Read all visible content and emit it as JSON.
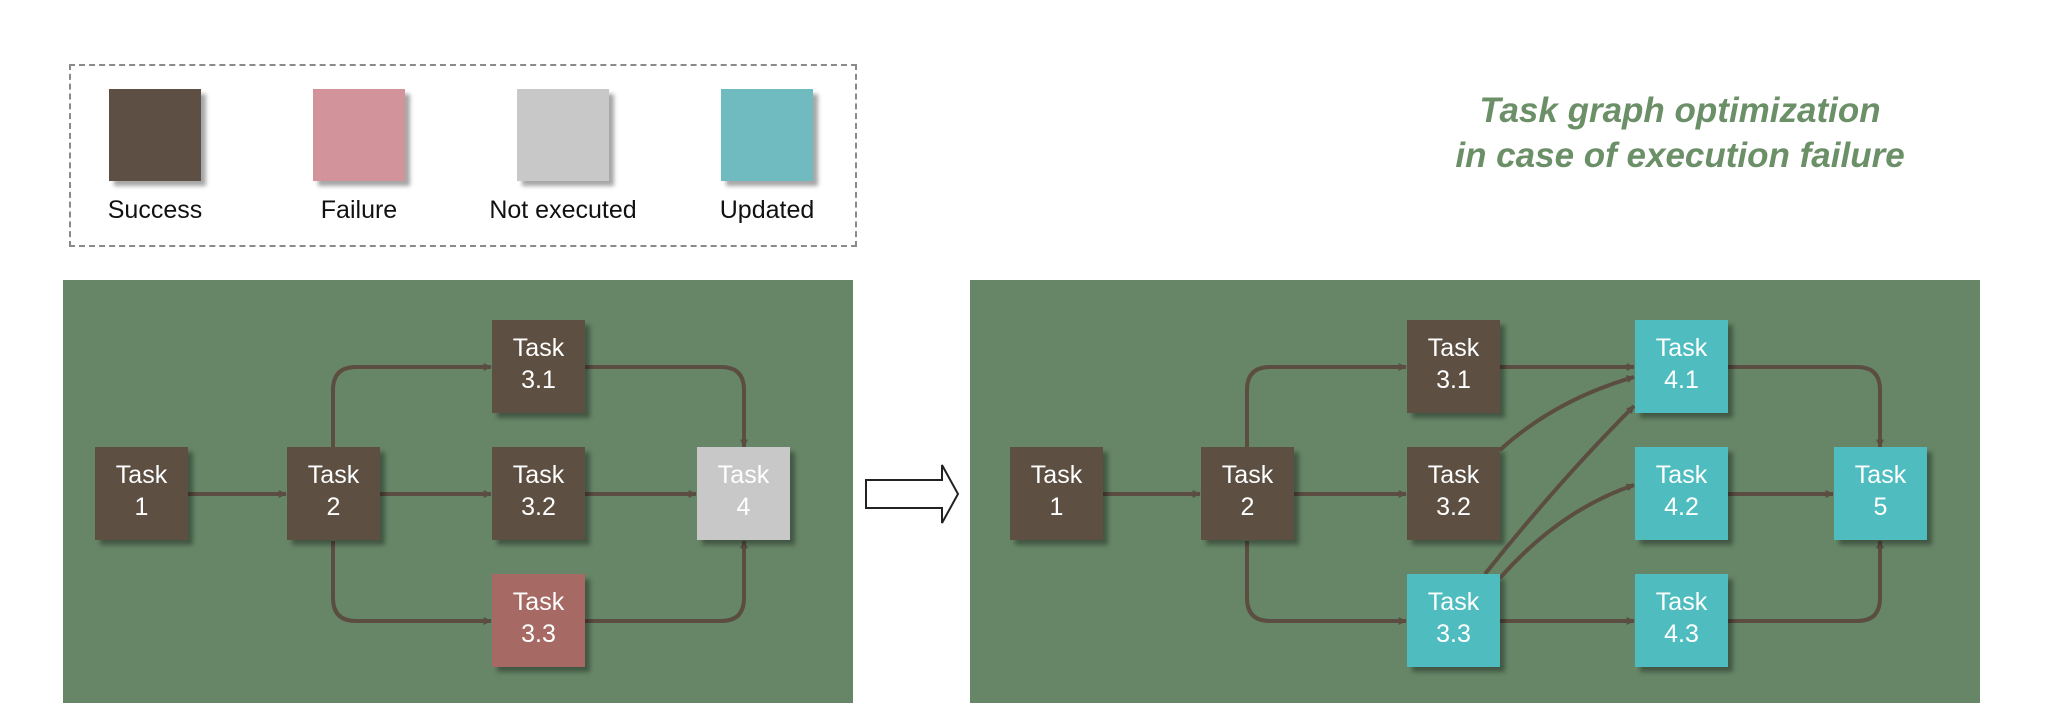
{
  "title": {
    "line1": "Task graph optimization",
    "line2": "in case of execution failure"
  },
  "legend": [
    {
      "label": "Success",
      "color": "#5d4f43"
    },
    {
      "label": "Failure",
      "color": "#d3939b"
    },
    {
      "label": "Not executed",
      "color": "#c8c8c8"
    },
    {
      "label": "Updated",
      "color": "#70bbbf"
    }
  ],
  "colors": {
    "panel": "#668667",
    "edge": "#5b4d41",
    "success": "#5d4f43",
    "failure": "#a66964",
    "not_executed": "#c8c8c8",
    "updated": "#4fbdbf"
  },
  "graphs": [
    {
      "name": "before",
      "nodes": [
        {
          "id": "t1",
          "line1": "Task",
          "line2": "1",
          "status": "success"
        },
        {
          "id": "t2",
          "line1": "Task",
          "line2": "2",
          "status": "success"
        },
        {
          "id": "t31",
          "line1": "Task",
          "line2": "3.1",
          "status": "success"
        },
        {
          "id": "t32",
          "line1": "Task",
          "line2": "3.2",
          "status": "success"
        },
        {
          "id": "t33",
          "line1": "Task",
          "line2": "3.3",
          "status": "failure"
        },
        {
          "id": "t4",
          "line1": "Task",
          "line2": "4",
          "status": "not_executed"
        }
      ]
    },
    {
      "name": "after",
      "nodes": [
        {
          "id": "t1",
          "line1": "Task",
          "line2": "1",
          "status": "success"
        },
        {
          "id": "t2",
          "line1": "Task",
          "line2": "2",
          "status": "success"
        },
        {
          "id": "t31",
          "line1": "Task",
          "line2": "3.1",
          "status": "success"
        },
        {
          "id": "t32",
          "line1": "Task",
          "line2": "3.2",
          "status": "success"
        },
        {
          "id": "t33",
          "line1": "Task",
          "line2": "3.3",
          "status": "updated"
        },
        {
          "id": "t41",
          "line1": "Task",
          "line2": "4.1",
          "status": "updated"
        },
        {
          "id": "t42",
          "line1": "Task",
          "line2": "4.2",
          "status": "updated"
        },
        {
          "id": "t43",
          "line1": "Task",
          "line2": "4.3",
          "status": "updated"
        },
        {
          "id": "t5",
          "line1": "Task",
          "line2": "5",
          "status": "updated"
        }
      ]
    }
  ]
}
